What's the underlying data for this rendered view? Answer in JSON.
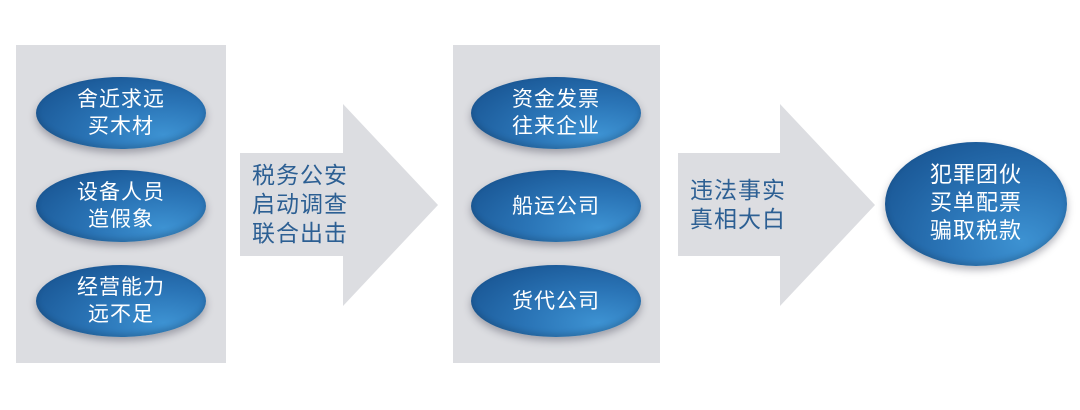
{
  "colors": {
    "panel_bg": "#dcdde1",
    "pill_blue": "#2a74b6",
    "pill_text": "#ffffff",
    "arrow_fill": "#dcdde1",
    "arrow_text": "#2c5f93"
  },
  "left_panel": {
    "items": [
      {
        "label": "舍近求远\n买木材"
      },
      {
        "label": "设备人员\n造假象"
      },
      {
        "label": "经营能力\n远不足"
      }
    ]
  },
  "arrow_1": {
    "label": "税务公安\n启动调查\n联合出击"
  },
  "middle_panel": {
    "items": [
      {
        "label": "资金发票\n往来企业"
      },
      {
        "label": "船运公司"
      },
      {
        "label": "货代公司"
      }
    ]
  },
  "arrow_2": {
    "label": "违法事实\n真相大白"
  },
  "result": {
    "label": "犯罪团伙\n买单配票\n骗取税款"
  }
}
